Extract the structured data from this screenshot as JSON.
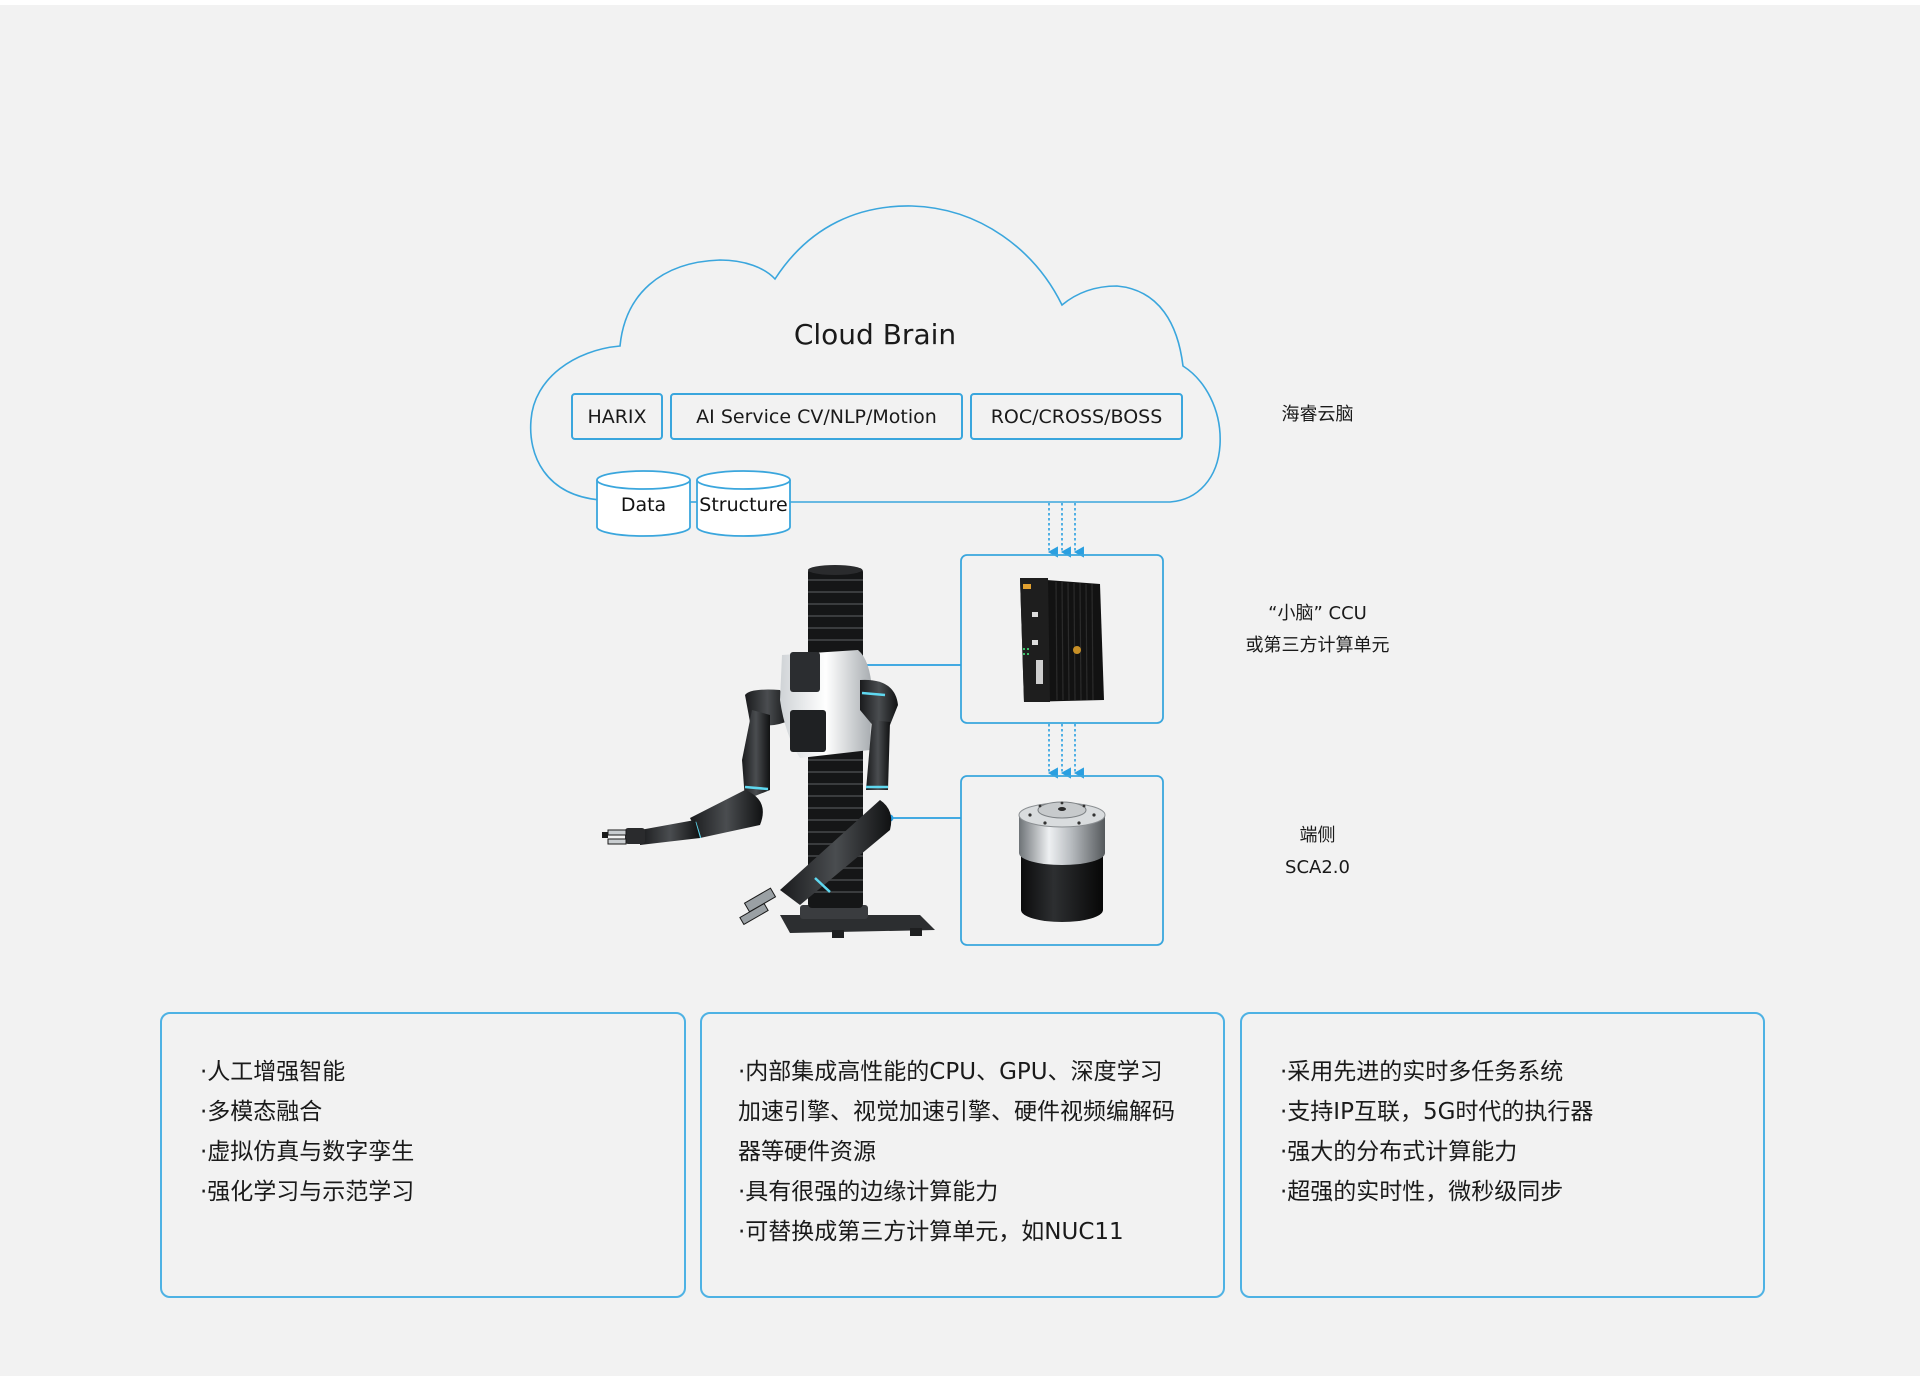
{
  "cloud": {
    "title": "Cloud Brain",
    "services": [
      "HARIX",
      "AI Service CV/NLP/Motion",
      "ROC/CROSS/BOSS"
    ],
    "storage": [
      "Data",
      "Structure"
    ]
  },
  "labels": {
    "cloud_brain_cn": "海睿云脑",
    "ccu_line1": "“小脑” CCU",
    "ccu_line2": "或第三方计算单元",
    "edge_line1": "端侧",
    "edge_line2": "SCA2.0"
  },
  "features": [
    {
      "items": [
        "·人工增强智能",
        "·多模态融合",
        "·虚拟仿真与数字孪生",
        "·强化学习与示范学习"
      ]
    },
    {
      "items": [
        "·内部集成高性能的CPU、GPU、深度学习",
        "加速引擎、视觉加速引擎、硬件视频编解码",
        "器等硬件资源",
        "·具有很强的边缘计算能力",
        "·可替换成第三方计算单元，如NUC11"
      ]
    },
    {
      "items": [
        "·采用先进的实时多任务系统",
        "·支持IP互联，5G时代的执行器",
        "·强大的分布式计算能力",
        "·超强的实时性，微秒级同步"
      ]
    }
  ],
  "colors": {
    "accent": "#3aa6dd",
    "background": "#f2f2f2",
    "text": "#1a1a1a"
  },
  "icons": {
    "robot": "dual-arm-robot-image",
    "ccu": "compute-unit-image",
    "actuator": "sca-actuator-image"
  }
}
